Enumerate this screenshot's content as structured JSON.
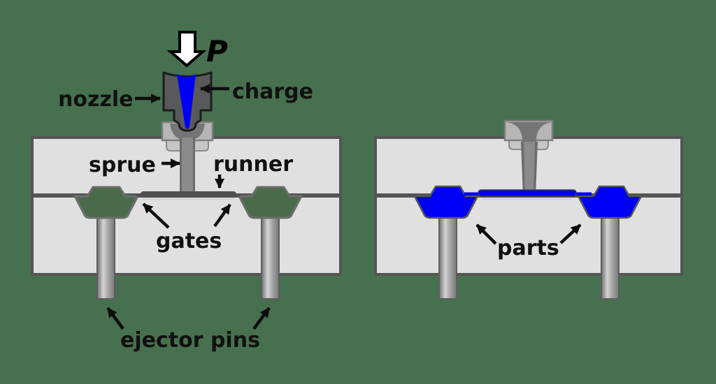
{
  "labels": {
    "pressure": "P",
    "nozzle": "nozzle",
    "charge": "charge",
    "sprue": "sprue",
    "runner": "runner",
    "gates": "gates",
    "ejector_pins": "ejector pins",
    "parts": "parts"
  },
  "colors": {
    "background": "#47704F",
    "mold_plate": "#E0E0E0",
    "plate_outline": "#555555",
    "cavity_green": "#4A6B4A",
    "melt_blue": "#0000F5",
    "nozzle_gray": "#58595B",
    "bushing_gray": "#B6B6B6",
    "channel_gray": "#8B8B8B",
    "channel_wall_gray": "#6C6C6C",
    "runner_dark": "#4F4F4F",
    "pin_light": "#D4D4D4",
    "pin_dark": "#6F6F6F",
    "label_text": "#111111",
    "pressure_arrow_fill": "#FFFFFF"
  }
}
